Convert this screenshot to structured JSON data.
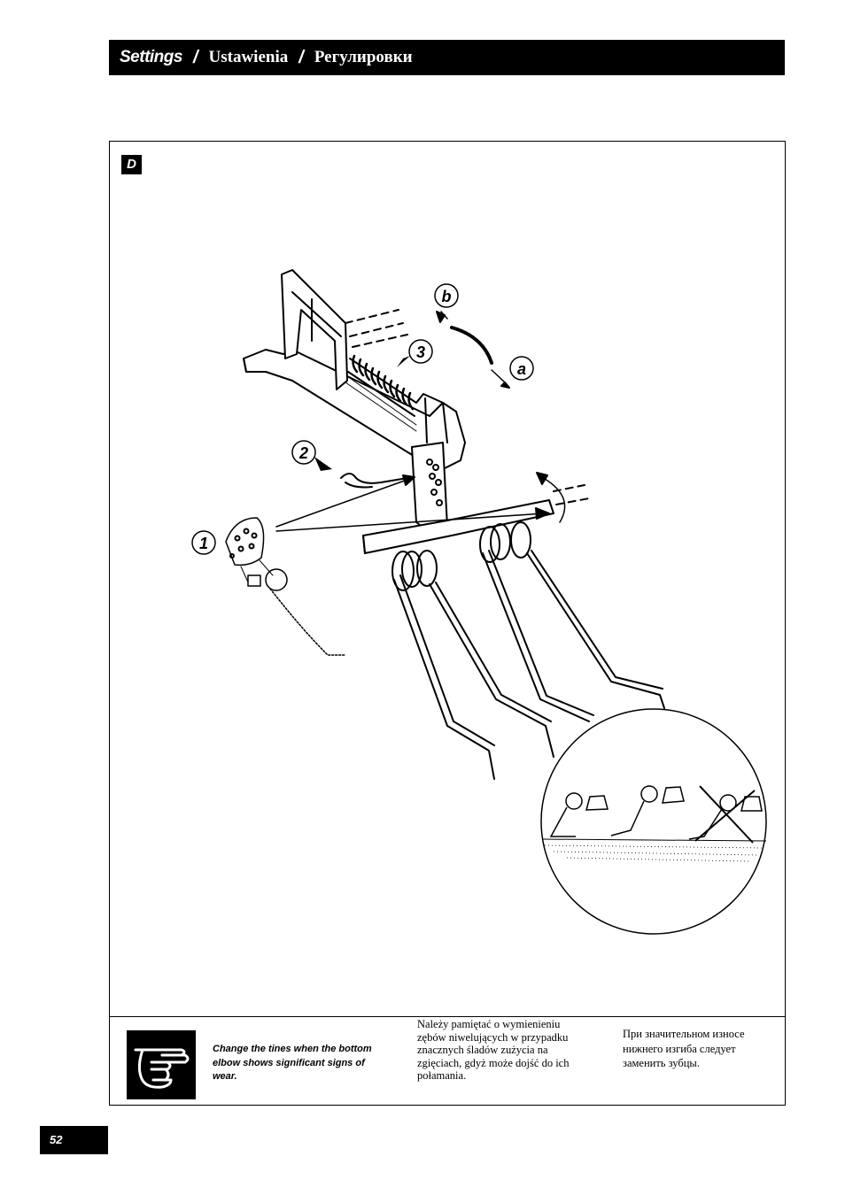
{
  "header": {
    "title_en": "Settings",
    "separator": "/",
    "title_pl": "Ustawienia",
    "title_ru": "Регулировки"
  },
  "figure": {
    "label": "D",
    "callouts": {
      "c1": "1",
      "c2": "2",
      "c3": "3",
      "ca": "a",
      "cb": "b",
      "c1_detail": "1"
    }
  },
  "note": {
    "icon": "pointing-hand-icon",
    "text_en": "Change the tines when the bottom elbow shows significant signs of wear.",
    "text_pl": "Należy pamiętać o wymienieniu zębów niwelujących w przypadku znacznych śladów zużycia na zgięciach, gdyż może dojść do ich połamania.",
    "text_ru": "При значительном износе нижнего изгиба следует заменить зубцы."
  },
  "page_number": "52"
}
